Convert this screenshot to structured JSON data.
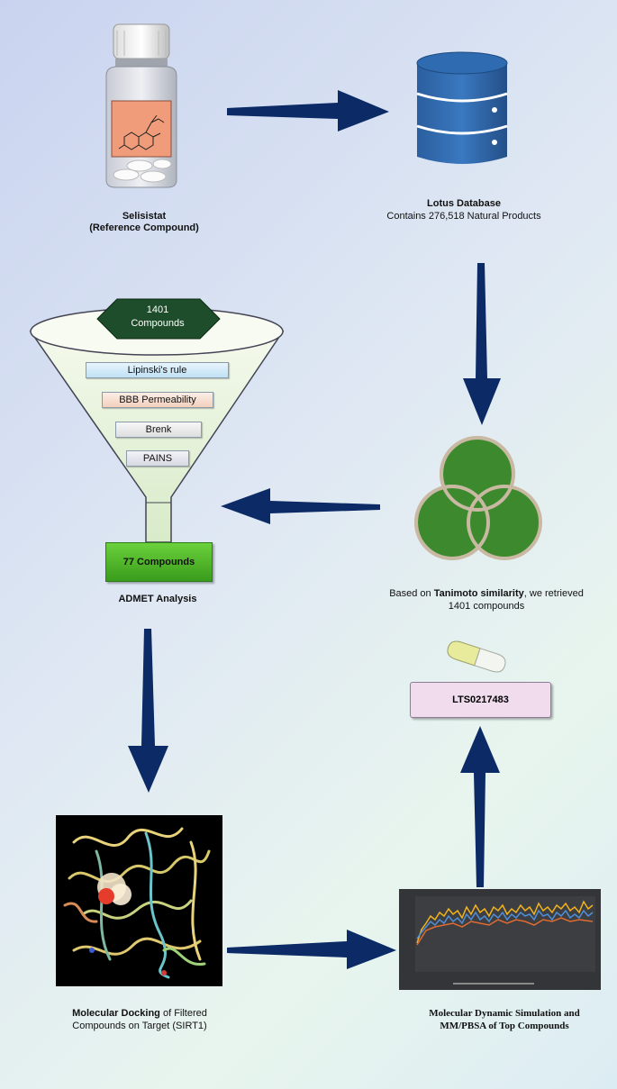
{
  "reference": {
    "name": "Selisistat",
    "subtitle": "(Reference Compound)"
  },
  "database": {
    "name": "Lotus Database",
    "desc": "Contains 276,518 Natural Products"
  },
  "funnel": {
    "top_label_count": "1401",
    "top_label_unit": "Compounds",
    "filters": [
      "Lipinski's rule",
      "BBB Permeability",
      "Brenk",
      "PAINS"
    ],
    "result": "77 Compounds",
    "caption": "ADMET Analysis"
  },
  "similarity": {
    "caption_pre": "Based on ",
    "caption_bold": "Tanimoto similarity",
    "caption_post": ", we retrieved",
    "caption_line2": "1401 compounds"
  },
  "hit": {
    "id": "LTS0217483"
  },
  "docking": {
    "caption_bold": "Molecular Docking",
    "caption_rest": " of Filtered",
    "caption_line2": "Compounds on Target (SIRT1)"
  },
  "md": {
    "caption_line1": "Molecular Dynamic Simulation and",
    "caption_line2": "MM/PBSA of Top Compounds"
  },
  "colors": {
    "arrow": "#0b2a66",
    "db": "#2c64a6",
    "venn": "#3d8a2e",
    "funnel": "#e9f3df",
    "hexagon": "#1e4d2b"
  }
}
